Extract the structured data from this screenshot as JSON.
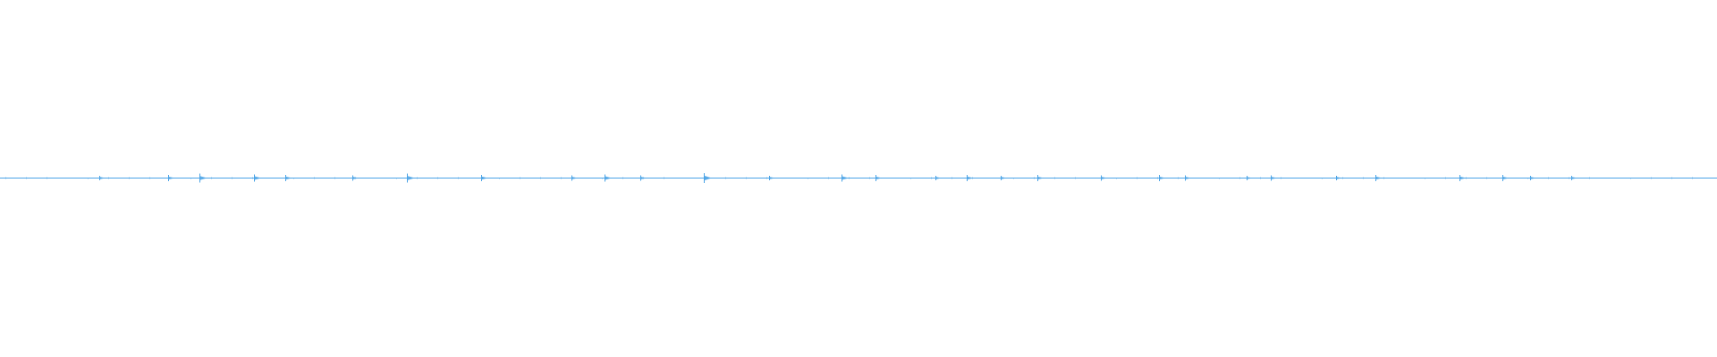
{
  "waveform": {
    "color": "#4aa3e6",
    "background": "#ffffff",
    "event_positions": [
      0.058,
      0.098,
      0.116,
      0.148,
      0.166,
      0.205,
      0.237,
      0.28,
      0.28,
      0.333,
      0.352,
      0.373,
      0.41,
      0.41,
      0.448,
      0.49,
      0.51,
      0.545,
      0.563,
      0.583,
      0.604,
      0.641,
      0.675,
      0.69,
      0.726,
      0.74,
      0.778,
      0.801,
      0.85,
      0.875,
      0.891,
      0.915
    ],
    "event_amplitudes": [
      0.45,
      0.55,
      0.8,
      0.7,
      0.6,
      0.5,
      0.85,
      0.45,
      0.6,
      0.5,
      0.7,
      0.5,
      0.9,
      0.45,
      0.45,
      0.7,
      0.55,
      0.45,
      0.6,
      0.45,
      0.55,
      0.5,
      0.55,
      0.5,
      0.4,
      0.5,
      0.45,
      0.6,
      0.6,
      0.55,
      0.45,
      0.45
    ]
  }
}
